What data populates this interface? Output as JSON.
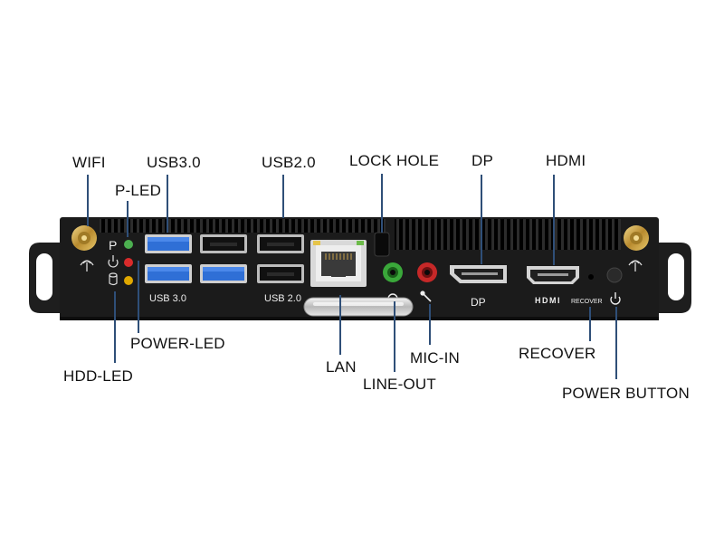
{
  "callouts": {
    "wifi": "WIFI",
    "usb30": "USB3.0",
    "p_led": "P-LED",
    "usb20": "USB2.0",
    "lock_hole": "LOCK HOLE",
    "dp": "DP",
    "hdmi": "HDMI",
    "power_led": "POWER-LED",
    "hdd_led": "HDD-LED",
    "lan": "LAN",
    "line_out": "LINE-OUT",
    "mic_in": "MIC-IN",
    "recover": "RECOVER",
    "power_button": "POWER BUTTON"
  },
  "panel_labels": {
    "p": "P",
    "usb30": "USB 3.0",
    "usb20": "USB 2.0",
    "dp": "DP",
    "hdmi_logo": "HDMI",
    "recover": "RECOVER"
  },
  "colors": {
    "chassis": "#1b1b1b",
    "leader": "#2f4f78",
    "usb3_blue": "#2f6fd6",
    "led_green": "#4caf50",
    "led_red": "#d92b2b",
    "led_amber": "#e0a800",
    "line_out_green": "#3aa83a",
    "mic_in_red": "#c62828",
    "antenna_gold": "#c8a24a"
  },
  "icons": [
    "wifi-signal-icon",
    "power-icon",
    "hdd-icon",
    "headphone-icon",
    "microphone-icon"
  ]
}
